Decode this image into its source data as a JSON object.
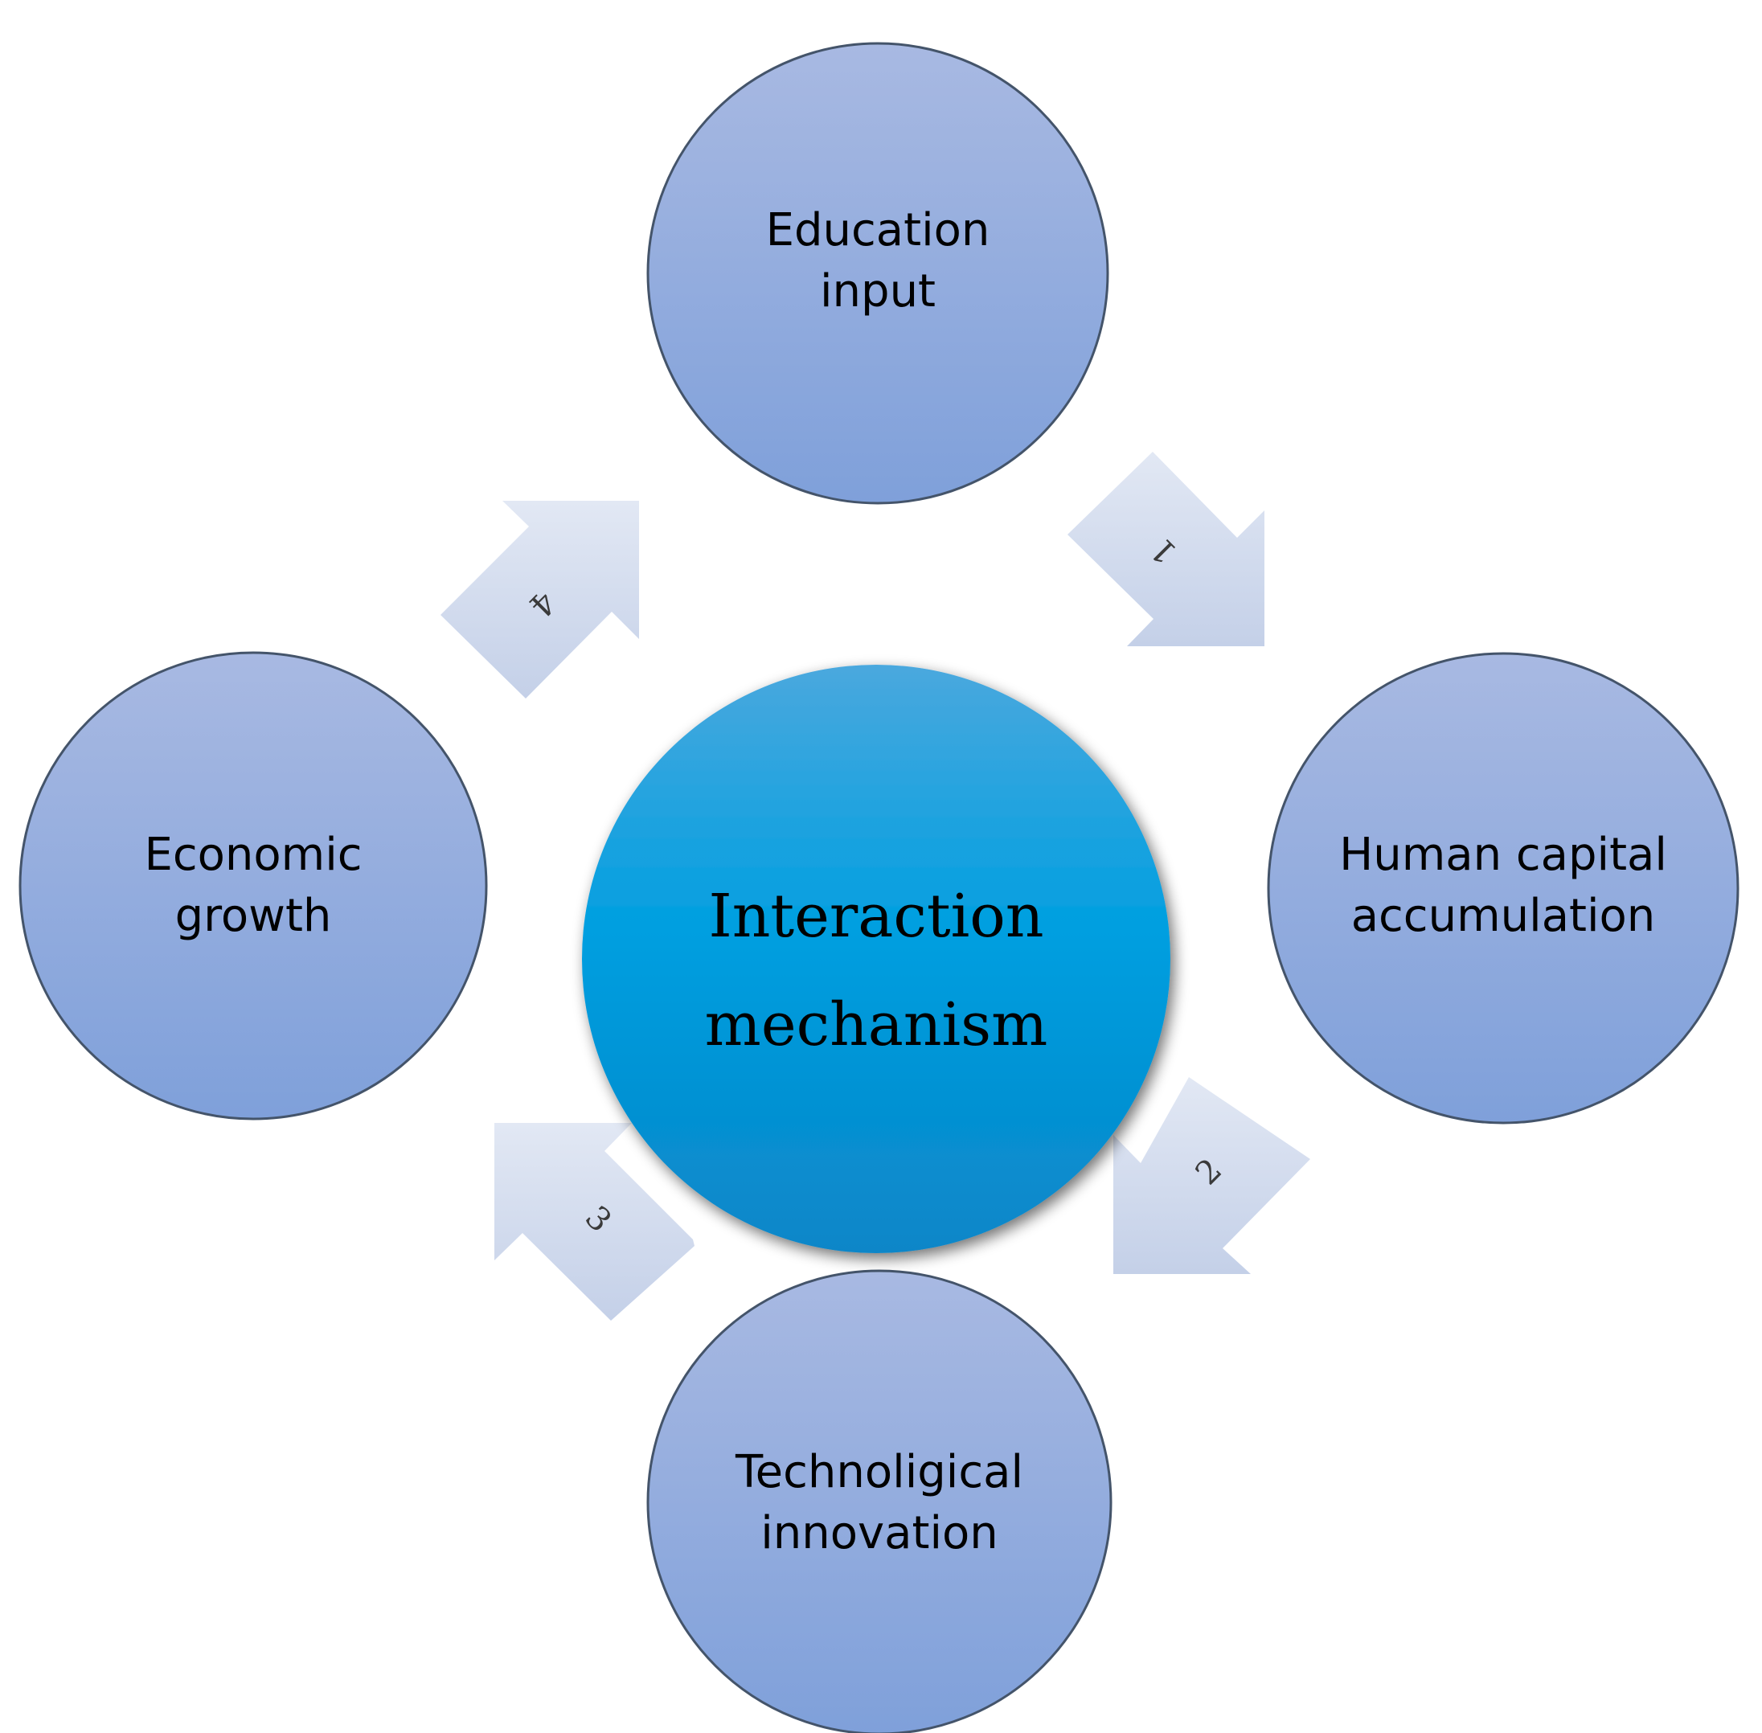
{
  "center": {
    "label_line1": "Interaction",
    "label_line2": "mechanism"
  },
  "nodes": {
    "education": {
      "line1": "Education",
      "line2": "input"
    },
    "human_capital": {
      "line1": "Human capital",
      "line2": "accumulation"
    },
    "technological": {
      "line1": "Technoligical",
      "line2": "innovation"
    },
    "economic": {
      "line1": "Economic",
      "line2": "growth"
    }
  },
  "arrows": {
    "a1": "1",
    "a2": "2",
    "a3": "3",
    "a4": "4"
  },
  "colors": {
    "node_top": "#a8b9e2",
    "node_bottom": "#7fa0da",
    "node_stroke": "#44546a",
    "center_top": "#4aa8de",
    "center_mid": "#009fe0",
    "center_bottom": "#0a86c8",
    "arrow_light": "#e2e8f4",
    "arrow_dark": "#c4d0e8"
  }
}
